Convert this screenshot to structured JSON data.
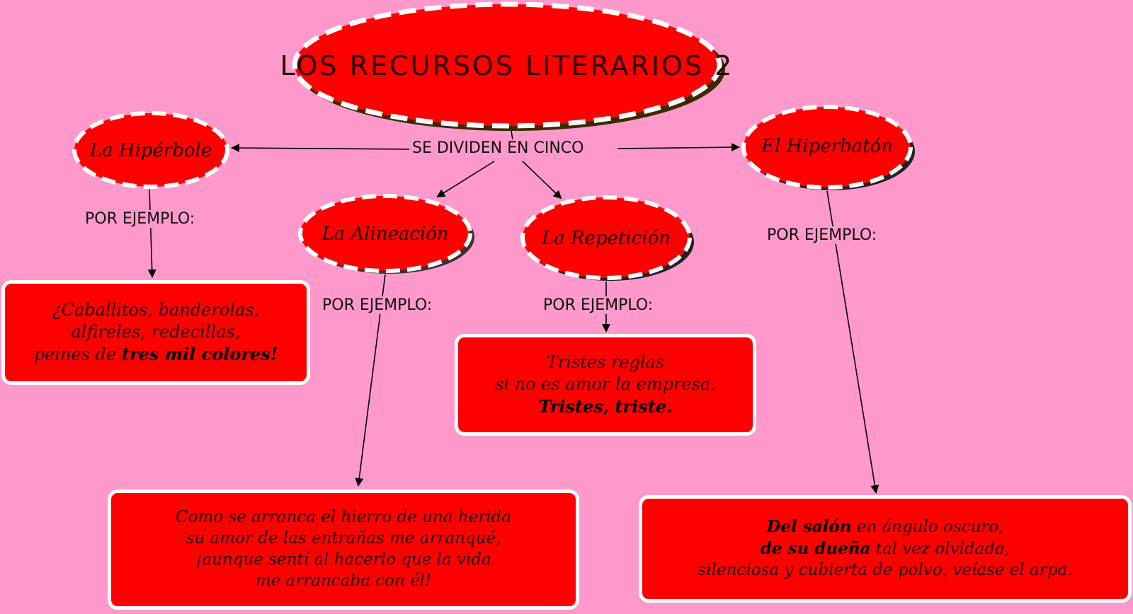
{
  "title": "LOS RECURSOS LITERARIOS 2",
  "center_label": "SE DIVIDEN EN CINCO",
  "example_label": "POR EJEMPLO:",
  "nodes": {
    "hiperbole": "La Hipérbole",
    "alineacion": "La Alineación",
    "repeticion": "La Repetición",
    "hiperbaton": "El Hiperbatón"
  },
  "examples": {
    "hiperbole": {
      "line1": "¿Caballitos, banderolas,",
      "line2": "alfireles, redecillas,",
      "line3_plain": "peines de ",
      "line3_bold": "tres mil colores!"
    },
    "repeticion": {
      "line1": "Tristes reglas",
      "line2": "si no es amor la empresa.",
      "line3_bold": "Tristes, triste."
    },
    "alineacion": {
      "line1": "Como se arranca el hierro de una herida",
      "line2": "su amor de las entrañas me arranqué,",
      "line3": "¡aunque sentí al hacerlo que la vida",
      "line4": "me arrancaba con él!"
    },
    "hiperbaton": {
      "line1_bold": "Del salón",
      "line1_plain": " en ángulo oscuro,",
      "line2_bold": "de su dueña",
      "line2_plain": " tal vez olvidada,",
      "line3": "silenciosa y cubierta de polvo, veíase el arpa."
    }
  },
  "colors": {
    "background": "#ff99cc",
    "node_fill": "#ff0000",
    "node_border": "#ffffff",
    "shadow": "#333333"
  }
}
